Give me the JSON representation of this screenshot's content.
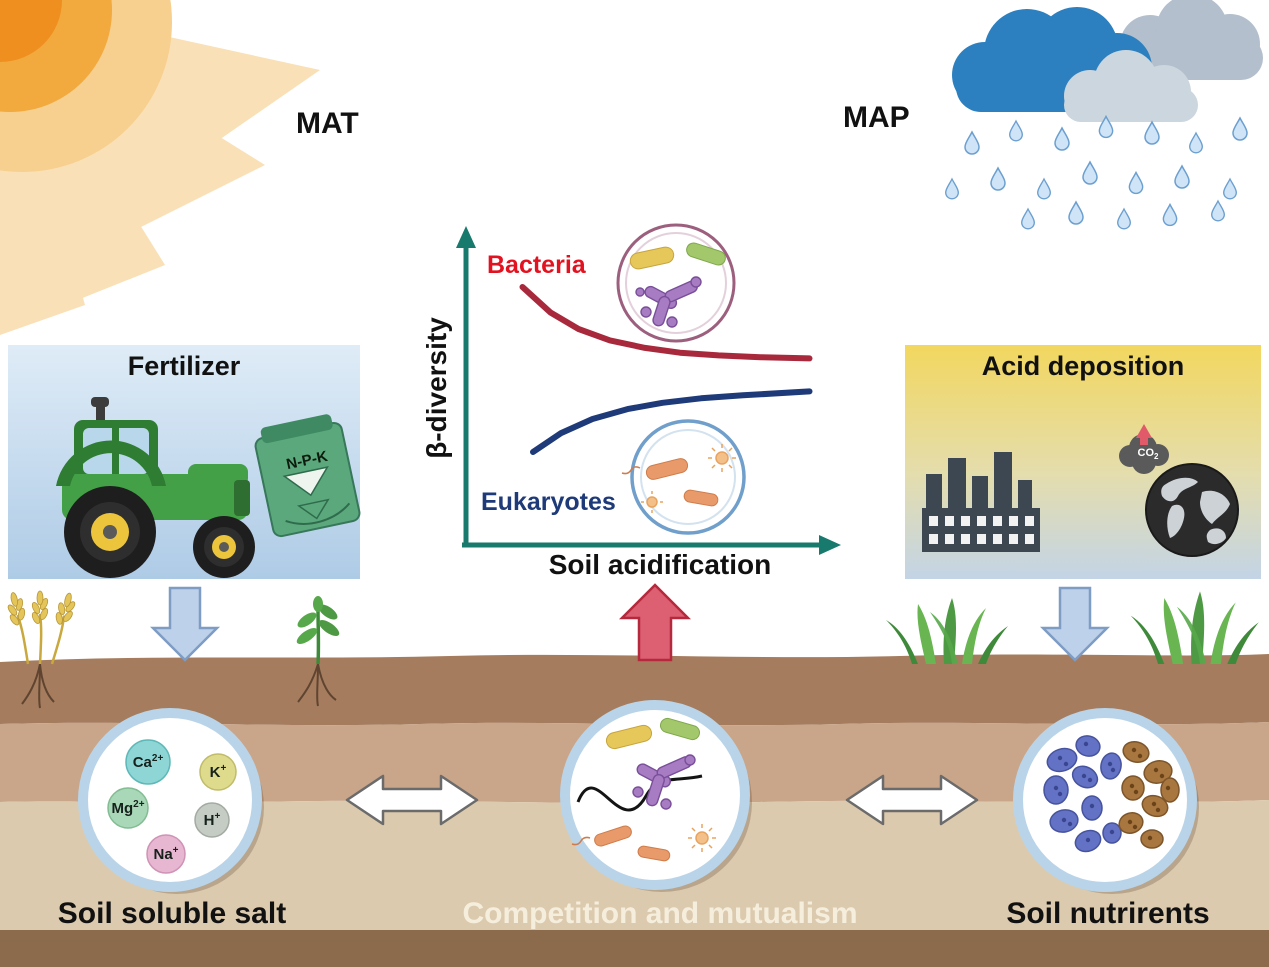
{
  "figure": {
    "mat_label": "MAT",
    "map_label": "MAP"
  },
  "chart_data": {
    "type": "line",
    "title": "",
    "xlabel": "Soil acidification",
    "ylabel": "β-diversity",
    "grid": false,
    "axis_color": "#18796d",
    "legend_position": "labels-on-curves",
    "series": [
      {
        "name": "Bacteria",
        "color": "#a8293c",
        "label_color": "#e31220",
        "trend": "decreasing",
        "x_norm": [
          0.15,
          0.23,
          0.31,
          0.4,
          0.5,
          0.6,
          0.71,
          0.83,
          0.97
        ],
        "y_norm": [
          0.86,
          0.775,
          0.72,
          0.682,
          0.657,
          0.641,
          0.632,
          0.626,
          0.622
        ]
      },
      {
        "name": "Eukaryotes",
        "color": "#1e3a78",
        "label_color": "#1e3a78",
        "trend": "increasing",
        "x_norm": [
          0.18,
          0.26,
          0.35,
          0.45,
          0.55,
          0.66,
          0.78,
          0.97
        ],
        "y_norm": [
          0.31,
          0.373,
          0.42,
          0.453,
          0.474,
          0.489,
          0.499,
          0.512
        ]
      }
    ]
  },
  "panels": {
    "fertilizer": {
      "title": "Fertilizer",
      "bag_label": "N-P-K"
    },
    "acid_deposition": {
      "title": "Acid deposition",
      "co2_base": "CO",
      "co2_sub": "2"
    }
  },
  "soil": {
    "ions": [
      {
        "base": "Ca",
        "sup": "2+",
        "color": "#8ed6d6"
      },
      {
        "base": "K",
        "sup": "+",
        "color": "#dfdb8d"
      },
      {
        "base": "Mg",
        "sup": "2+",
        "color": "#a9d8b9"
      },
      {
        "base": "H",
        "sup": "+",
        "color": "#c4ccc4"
      },
      {
        "base": "Na",
        "sup": "+",
        "color": "#e7b7d1"
      }
    ],
    "left_label": "Soil soluble salt",
    "center_label": "Competition and mutualism",
    "right_label": "Soil nutrirents"
  }
}
